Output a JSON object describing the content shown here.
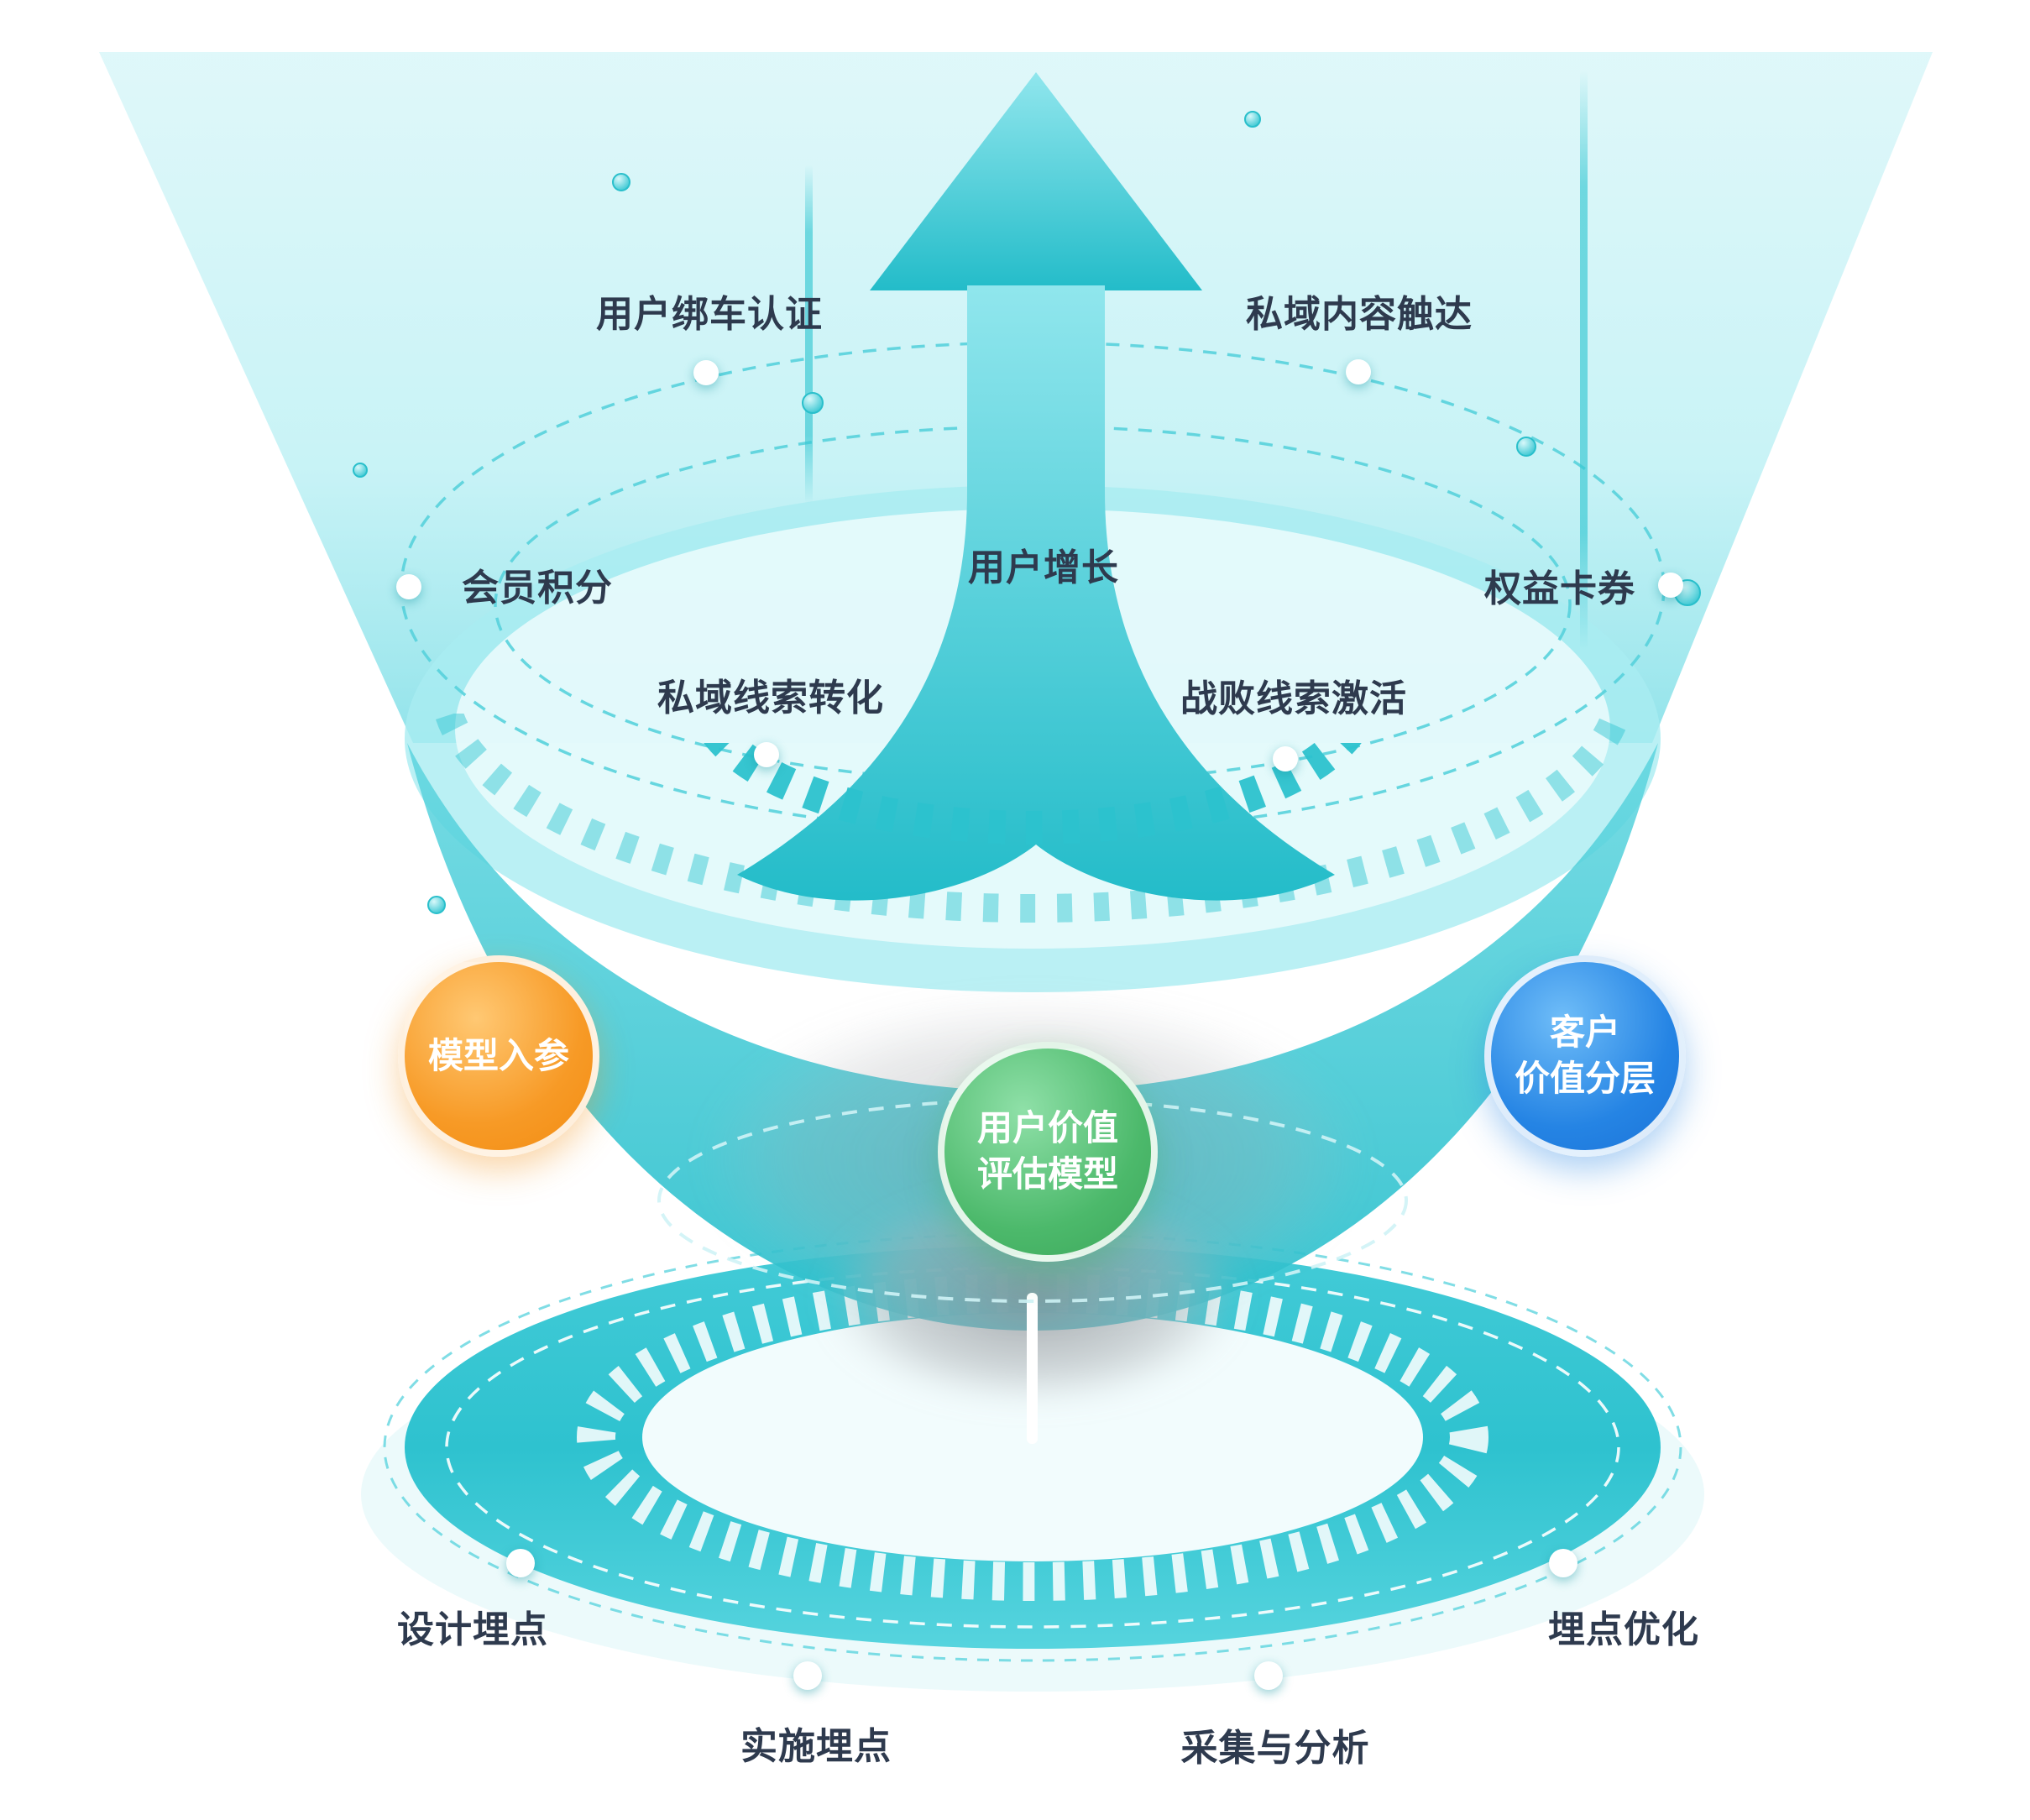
{
  "diagram": {
    "type": "marketing-user-growth-funnel",
    "colors": {
      "accent_teal": "#2BC2CE",
      "label_text": "#2E3A4E",
      "node_orange": "#F7941E",
      "node_green": "#45B264",
      "node_blue": "#1E7CDE"
    },
    "labels": [
      {
        "id": "user-car-binding",
        "text": "用户绑车认证"
      },
      {
        "id": "private-content-reach",
        "text": "私域内容触达"
      },
      {
        "id": "member-points",
        "text": "会员积分"
      },
      {
        "id": "user-growth",
        "text": "用户增长"
      },
      {
        "id": "rights-coupons",
        "text": "权益卡券"
      },
      {
        "id": "private-lead-conversion",
        "text": "私域线索转化"
      },
      {
        "id": "lost-lead-activation",
        "text": "战败线索激活"
      },
      {
        "id": "design-tracking",
        "text": "设计埋点"
      },
      {
        "id": "implement-tracking",
        "text": "实施埋点"
      },
      {
        "id": "collection-analysis",
        "text": "采集与分析"
      },
      {
        "id": "tracking-optimization",
        "text": "埋点优化"
      }
    ],
    "nodes": [
      {
        "id": "model-input",
        "text": "模型入参",
        "color": "#F7941E"
      },
      {
        "id": "user-value-model",
        "text": "用户价值\n评估模型",
        "color": "#45B264"
      },
      {
        "id": "customer-value-tiers",
        "text": "客户\n价值分层",
        "color": "#1E7CDE"
      }
    ]
  }
}
